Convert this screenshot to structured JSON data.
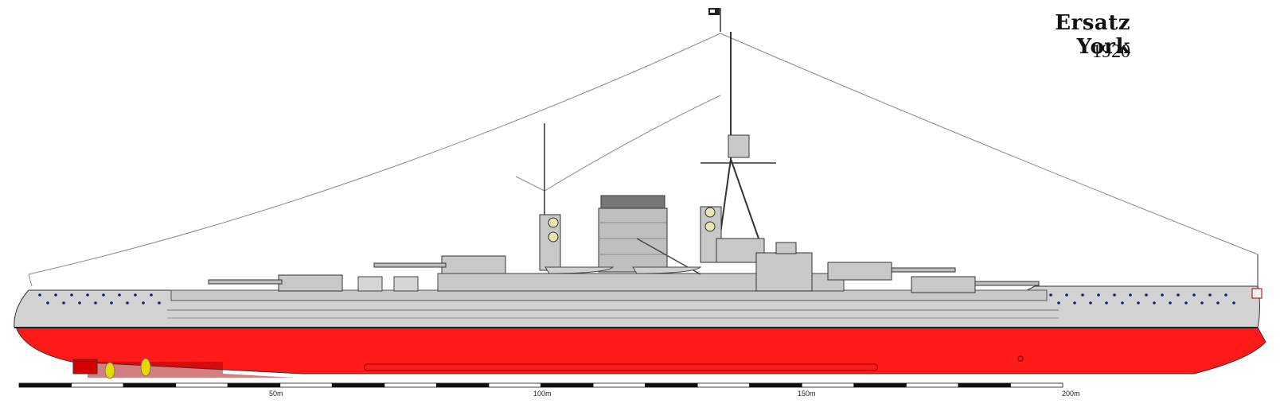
{
  "title": "Ersatz York",
  "year": "1920",
  "scale": {
    "labels": [
      "50m",
      "100m",
      "150m",
      "200m"
    ]
  },
  "colors": {
    "hull_below": "#ff1a1a",
    "hull_above": "#cfcfcf",
    "superstructure": "#c8c8c8",
    "outline": "#333333",
    "portholes": "#1a1a7a",
    "propeller": "#e6d800",
    "rudder": "#d40000"
  }
}
